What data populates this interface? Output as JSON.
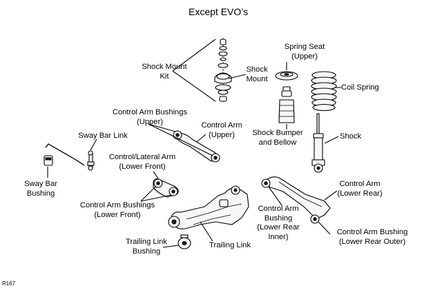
{
  "title": "Except EVO’s",
  "reference_code": "R167",
  "labels": {
    "shock_mount_kit": "Shock Mount\nKit",
    "shock_mount": "Shock\nMount",
    "spring_seat": "Spring Seat\n(Upper)",
    "coil_spring": "Coil Spring",
    "control_arm_bushings_upper": "Control Arm Bushings\n(Upper)",
    "control_arm_upper": "Control Arm\n(Upper)",
    "shock_bumper": "Shock Bumper\nand Bellow",
    "shock": "Shock",
    "sway_bar_link": "Sway Bar Link",
    "control_lateral_arm": "Control/Lateral Arm\n(Lower Front)",
    "sway_bar_bushing": "Sway Bar\nBushing",
    "control_arm_lower_rear": "Control Arm\n(Lower Rear)",
    "control_arm_bushings_lower_front": "Control Arm Bushings\n(Lower Front)",
    "control_arm_bushing_lower_rear_inner": "Control Arm\nBushing\n(Lower Rear\nInner)",
    "control_arm_bushing_lower_rear_outer": "Control Arm Bushing\n(Lower Rear Outer)",
    "trailing_link_bushing": "Trailing Link\nBushing",
    "trailing_link": "Trailing Link"
  }
}
